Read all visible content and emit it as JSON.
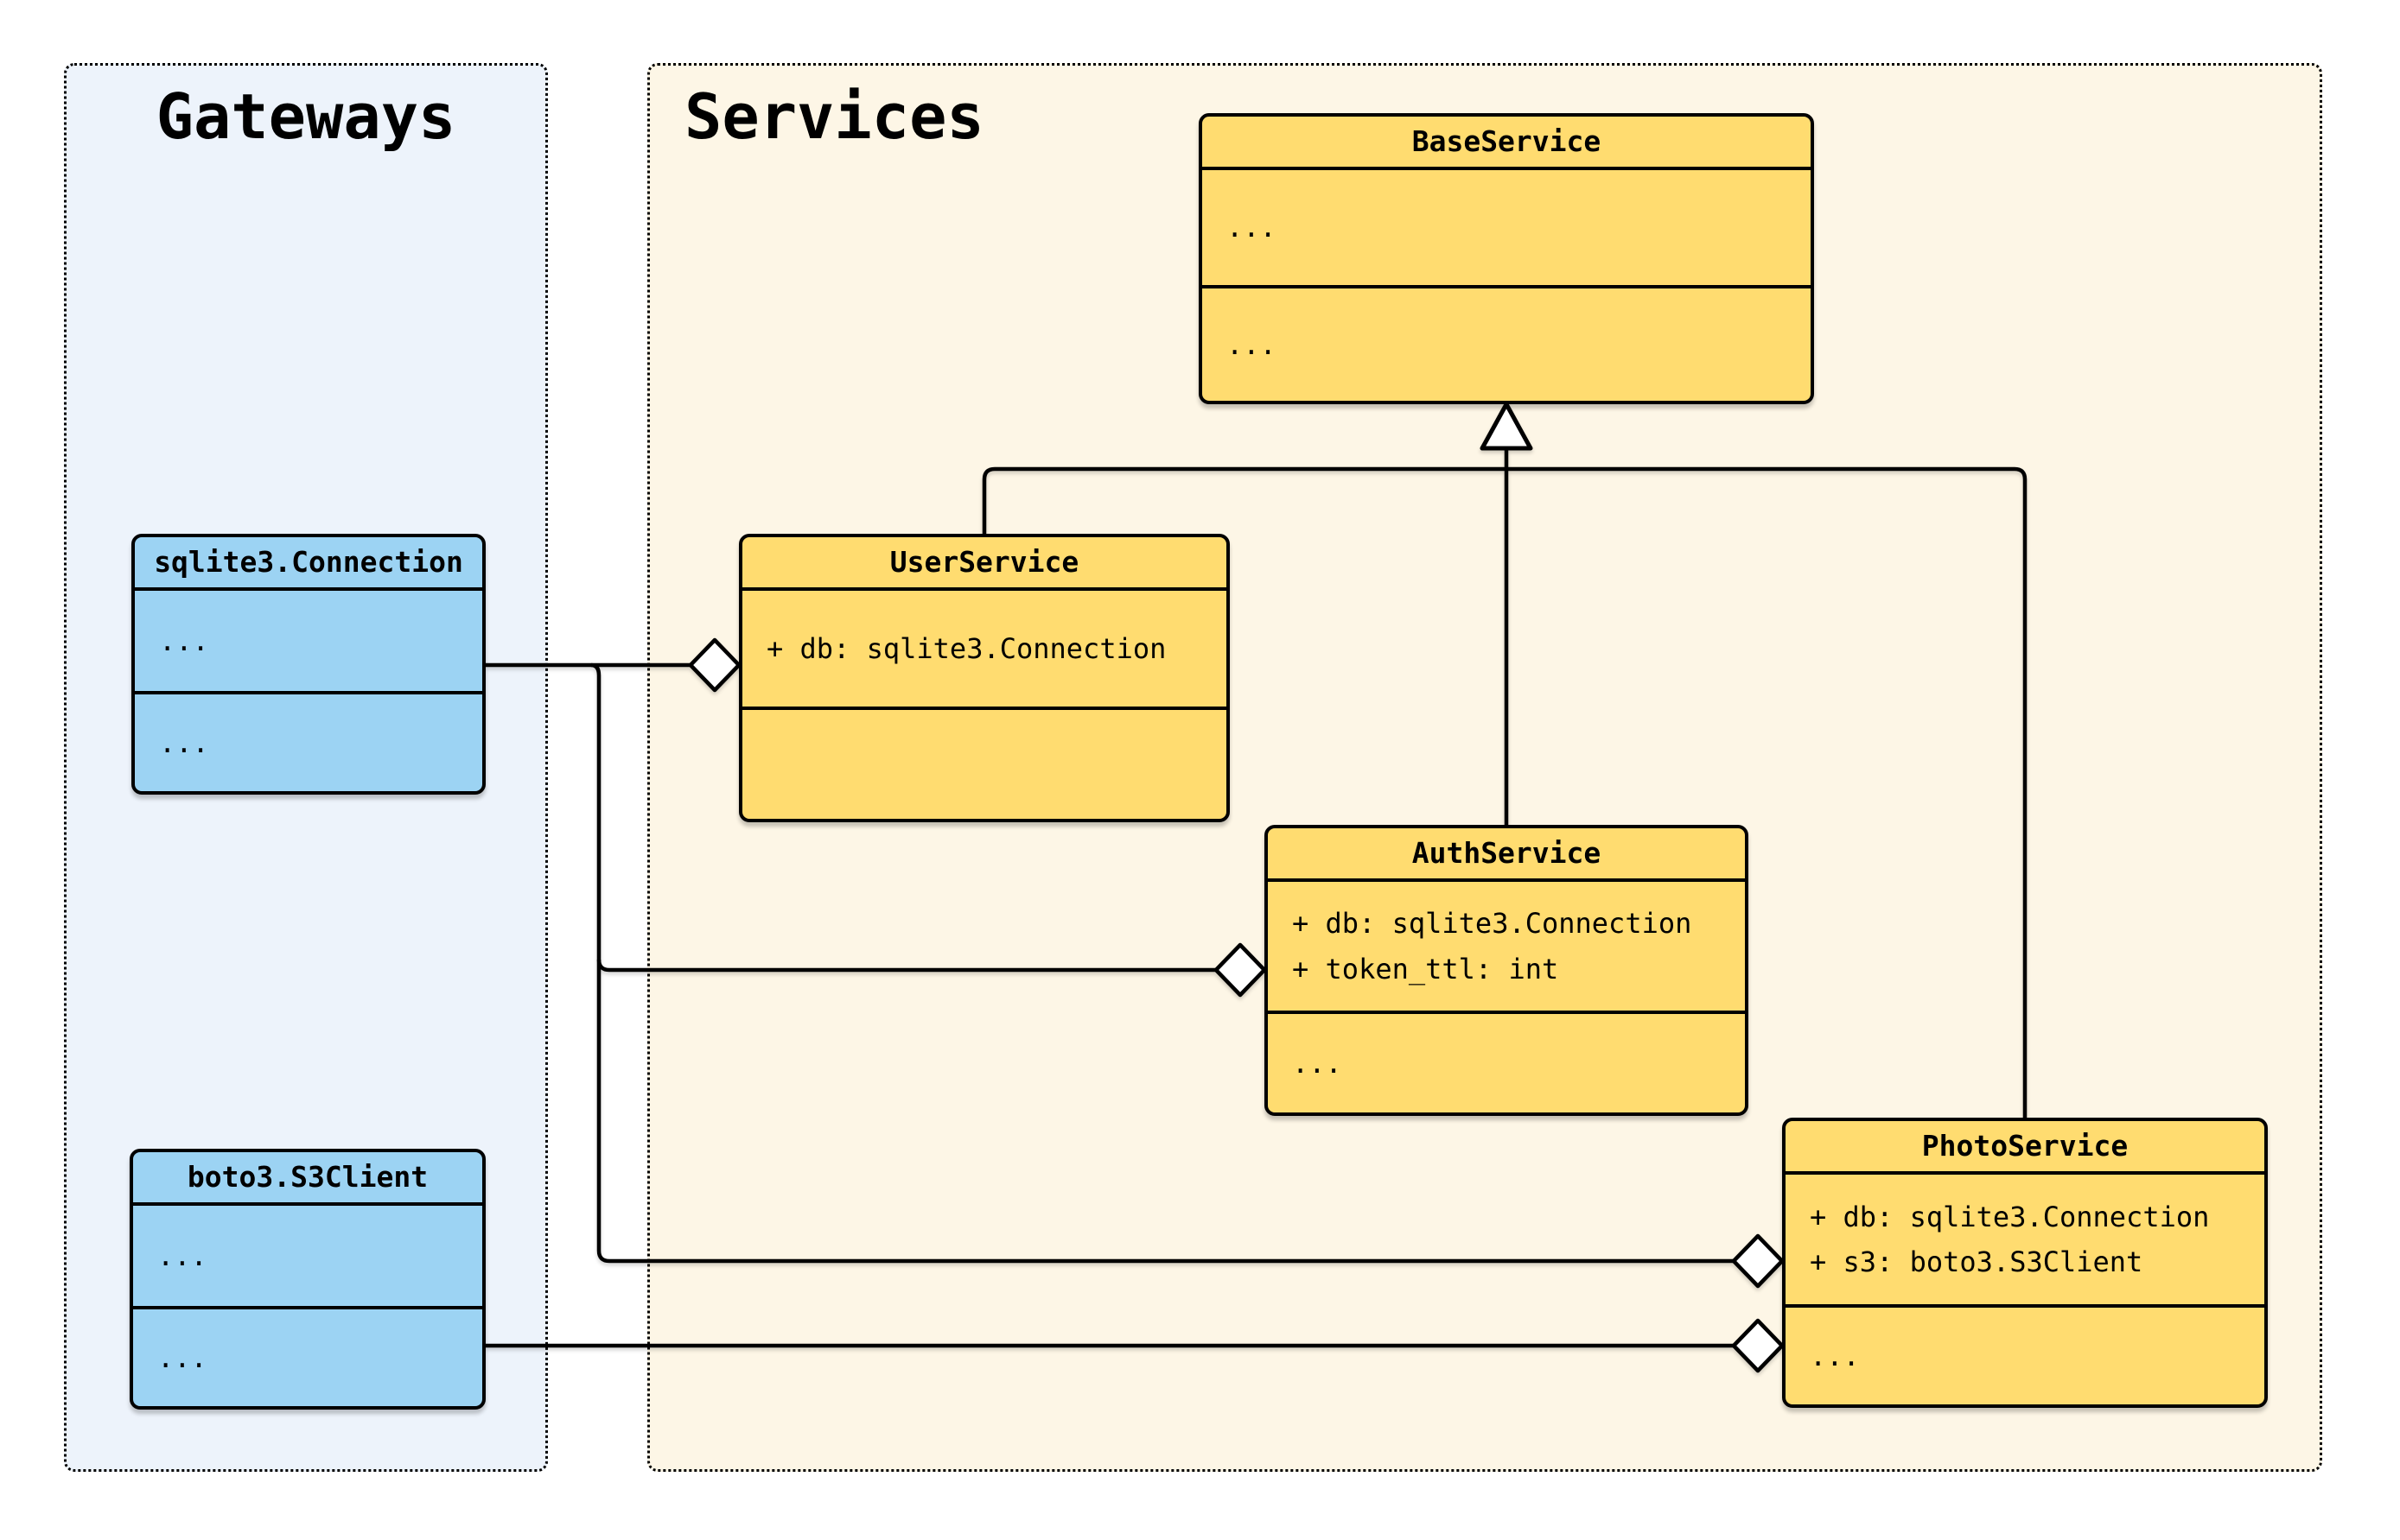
{
  "groups": [
    {
      "title": "Gateways",
      "bg": "#edf3fb"
    },
    {
      "title": "Services",
      "bg": "#fdf6e6"
    }
  ],
  "classes": [
    {
      "name": "BaseService",
      "attributes": [
        "..."
      ],
      "methods": [
        "..."
      ]
    },
    {
      "name": "sqlite3.Connection",
      "attributes": [
        "..."
      ],
      "methods": [
        "..."
      ]
    },
    {
      "name": "boto3.S3Client",
      "attributes": [
        "..."
      ],
      "methods": [
        "..."
      ]
    },
    {
      "name": "UserService",
      "attributes": [
        "+ db: sqlite3.Connection"
      ],
      "methods": []
    },
    {
      "name": "AuthService",
      "attributes": [
        "+ db: sqlite3.Connection",
        "+ token_ttl: int"
      ],
      "methods": [
        "..."
      ]
    },
    {
      "name": "PhotoService",
      "attributes": [
        "+ db: sqlite3.Connection",
        "+ s3: boto3.S3Client"
      ],
      "methods": [
        "..."
      ]
    }
  ],
  "colors": {
    "class_fill_yellow": "#ffdc70",
    "class_fill_blue": "#9cd3f3",
    "panel_bg_blue": "#edf3fb",
    "panel_bg_cream": "#fdf6e6",
    "stroke": "#000000"
  },
  "relationships": [
    {
      "type": "inheritance",
      "from": "UserService",
      "to": "BaseService"
    },
    {
      "type": "inheritance",
      "from": "AuthService",
      "to": "BaseService"
    },
    {
      "type": "inheritance",
      "from": "PhotoService",
      "to": "BaseService"
    },
    {
      "type": "aggregation",
      "from": "sqlite3.Connection",
      "to": "UserService"
    },
    {
      "type": "aggregation",
      "from": "sqlite3.Connection",
      "to": "AuthService"
    },
    {
      "type": "aggregation",
      "from": "sqlite3.Connection",
      "to": "PhotoService"
    },
    {
      "type": "aggregation",
      "from": "boto3.S3Client",
      "to": "PhotoService"
    }
  ]
}
